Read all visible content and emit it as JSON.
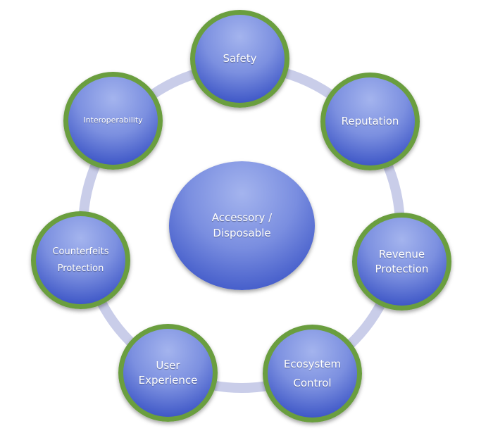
{
  "diagram": {
    "center": {
      "lines": [
        "Accessory /",
        "Disposable"
      ]
    },
    "nodes": [
      {
        "id": "safety",
        "lines": [
          "Safety"
        ]
      },
      {
        "id": "reputation",
        "lines": [
          "Reputation"
        ]
      },
      {
        "id": "revenue-protection",
        "lines": [
          "Revenue",
          "Protection"
        ]
      },
      {
        "id": "ecosystem-control",
        "lines": [
          "Ecosystem",
          "Control"
        ]
      },
      {
        "id": "user-experience",
        "lines": [
          "User",
          "Experience"
        ]
      },
      {
        "id": "counterfeits-protection",
        "lines": [
          "Counterfeits",
          "Protection"
        ]
      },
      {
        "id": "interoperability",
        "lines": [
          "Interoperability"
        ]
      }
    ],
    "colors": {
      "ring": "#c9cde9",
      "node_border": "#6a9e3f",
      "node_fill_light": "#a4b4ee",
      "node_fill_dark": "#2d47bb",
      "text": "#ffffff"
    }
  }
}
